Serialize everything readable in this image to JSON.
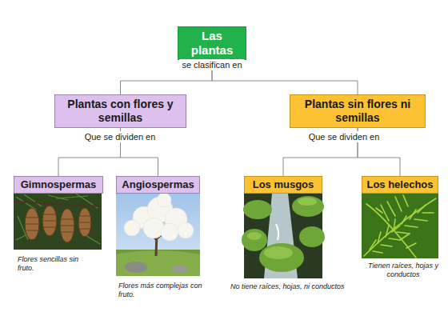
{
  "diagram": {
    "nodes": [
      {
        "text": [
          "Las plantas"
        ]
      },
      {
        "text": [
          "Plantas con flores y semillas"
        ]
      },
      {
        "text": [
          "Plantas sin flores ni semillas"
        ]
      },
      {
        "text": [
          "Gimnospermas"
        ]
      },
      {
        "text": [
          "Angiospermas"
        ]
      },
      {
        "text": [
          "Los musgos"
        ]
      },
      {
        "text": [
          "Los helechos"
        ]
      }
    ],
    "edges": [
      {
        "from": 0,
        "to": 1,
        "arrow": "none"
      },
      {
        "from": 0,
        "to": 2,
        "arrow": "none"
      },
      {
        "from": 1,
        "to": 3,
        "arrow": "none"
      },
      {
        "from": 1,
        "to": 4,
        "arrow": "none"
      },
      {
        "from": 2,
        "to": 5,
        "arrow": "none"
      },
      {
        "from": 2,
        "to": 6,
        "arrow": "none"
      }
    ],
    "labels": [
      "se clasifican en",
      "Que se dividen en",
      "Que se dividen en",
      "Flores sencillas sin fruto.",
      "Flores más complejas con fruto.",
      "No tiene raíces, hojas, ni conductos",
      "Tienen raíces, hojas y conductos"
    ]
  }
}
